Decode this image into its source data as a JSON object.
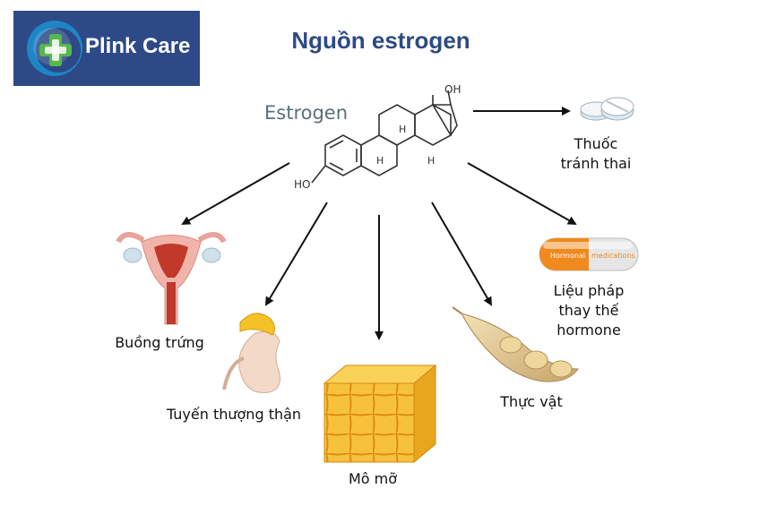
{
  "brand": {
    "name": "Plink Care",
    "color": "#2d4a86"
  },
  "title": "Nguồn estrogen",
  "center": {
    "label": "Estrogen",
    "atoms": {
      "oh_top": "OH",
      "oh_left": "HO",
      "h1": "H",
      "h2": "H",
      "h3": "H"
    }
  },
  "sources": {
    "pill": {
      "line1": "Thuốc",
      "line2": "tránh thai"
    },
    "capsule": {
      "line1": "Liệu pháp",
      "line2": "thay thế",
      "line3": "hormone",
      "text_left": "Hormonal",
      "text_right": "medications"
    },
    "ovary": {
      "label": "Buồng trứng"
    },
    "adrenal": {
      "label": "Tuyến thượng thận"
    },
    "fat": {
      "label": "Mô mỡ"
    },
    "plant": {
      "label": "Thực vật"
    }
  },
  "colors": {
    "arrow": "#111111",
    "title": "#2d4a86",
    "capsule_orange": "#f08a1e",
    "fat_yellow": "#f6c23c"
  }
}
